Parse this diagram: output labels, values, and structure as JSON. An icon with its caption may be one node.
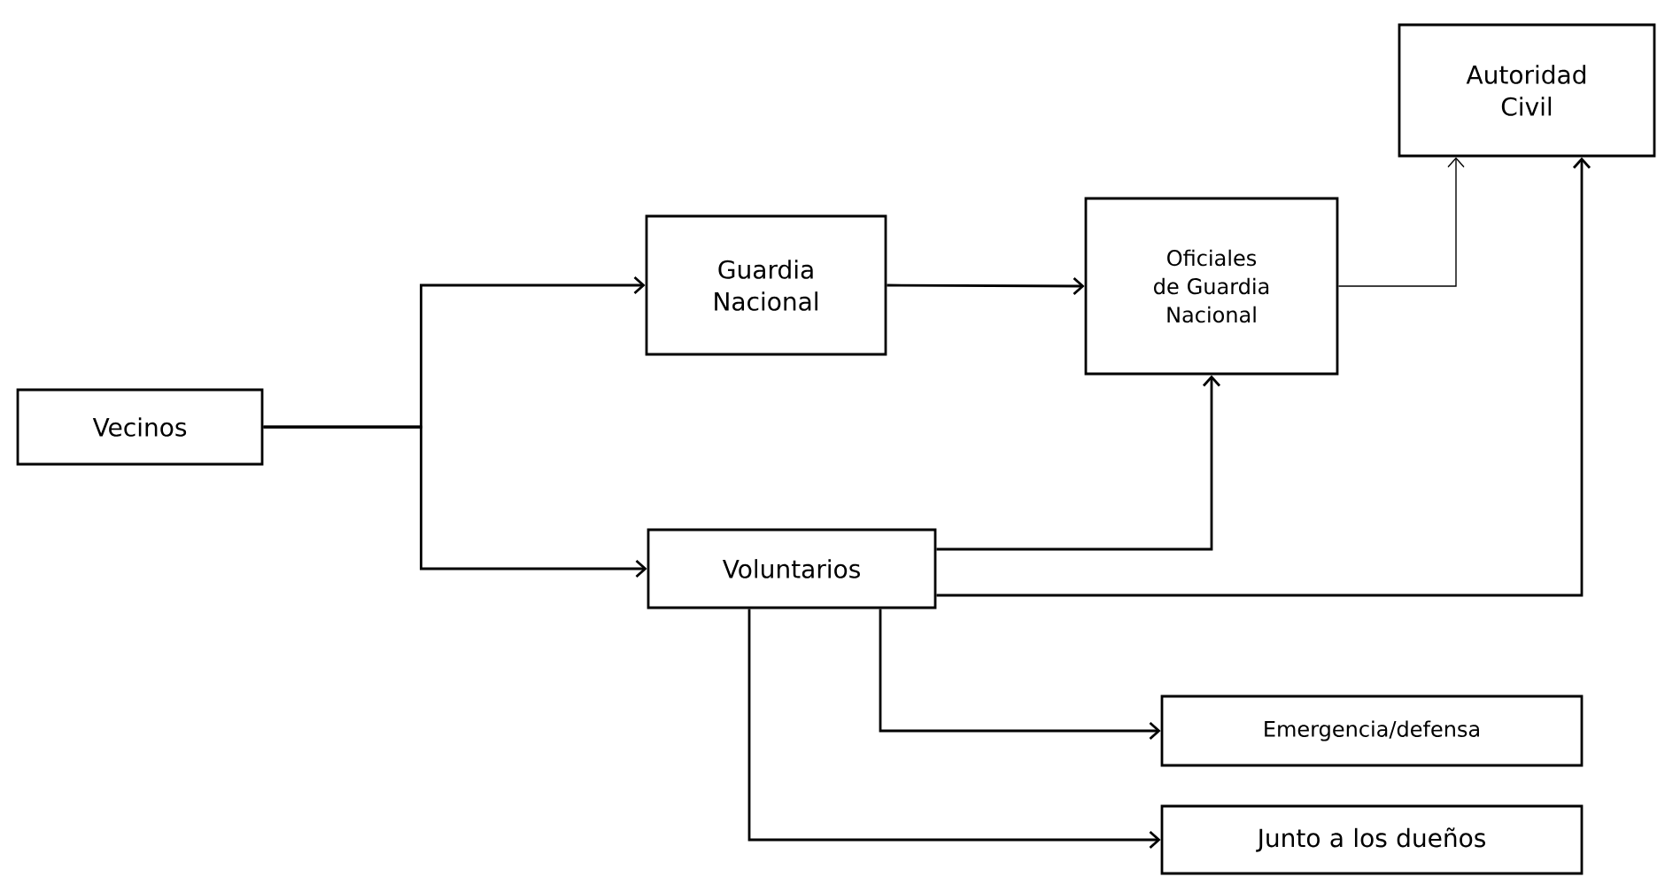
{
  "diagram": {
    "nodes": [
      {
        "text": [
          "Vecinos"
        ]
      },
      {
        "text": [
          "Guardia Nacional"
        ]
      },
      {
        "text": [
          "Voluntarios"
        ]
      },
      {
        "text": [
          "Oficiales de Guardia Nacional"
        ]
      },
      {
        "text": [
          "Autoridad Civil"
        ]
      },
      {
        "text": [
          "Emergencia/defensa"
        ]
      },
      {
        "text": [
          "Junto a los dueños"
        ]
      }
    ],
    "edges": [
      {
        "from": 0,
        "to": 1,
        "arrow": "to"
      },
      {
        "from": 0,
        "to": 2,
        "arrow": "to"
      },
      {
        "from": 1,
        "to": 3,
        "arrow": "to"
      },
      {
        "from": 2,
        "to": 3,
        "arrow": "to"
      },
      {
        "from": 3,
        "to": 4,
        "arrow": "to"
      },
      {
        "from": 2,
        "to": 4,
        "arrow": "to"
      },
      {
        "from": 2,
        "to": 5,
        "arrow": "to"
      },
      {
        "from": 2,
        "to": 6,
        "arrow": "to"
      }
    ]
  }
}
